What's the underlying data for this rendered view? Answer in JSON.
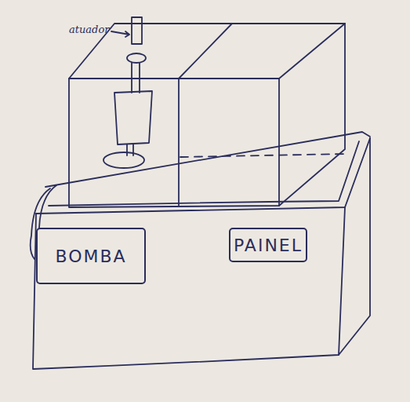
{
  "diagram": {
    "nodes": [
      {
        "text": [
          "BOMBA"
        ]
      },
      {
        "text": [
          "PAINEL"
        ]
      }
    ],
    "labels": [
      "atuador"
    ]
  }
}
